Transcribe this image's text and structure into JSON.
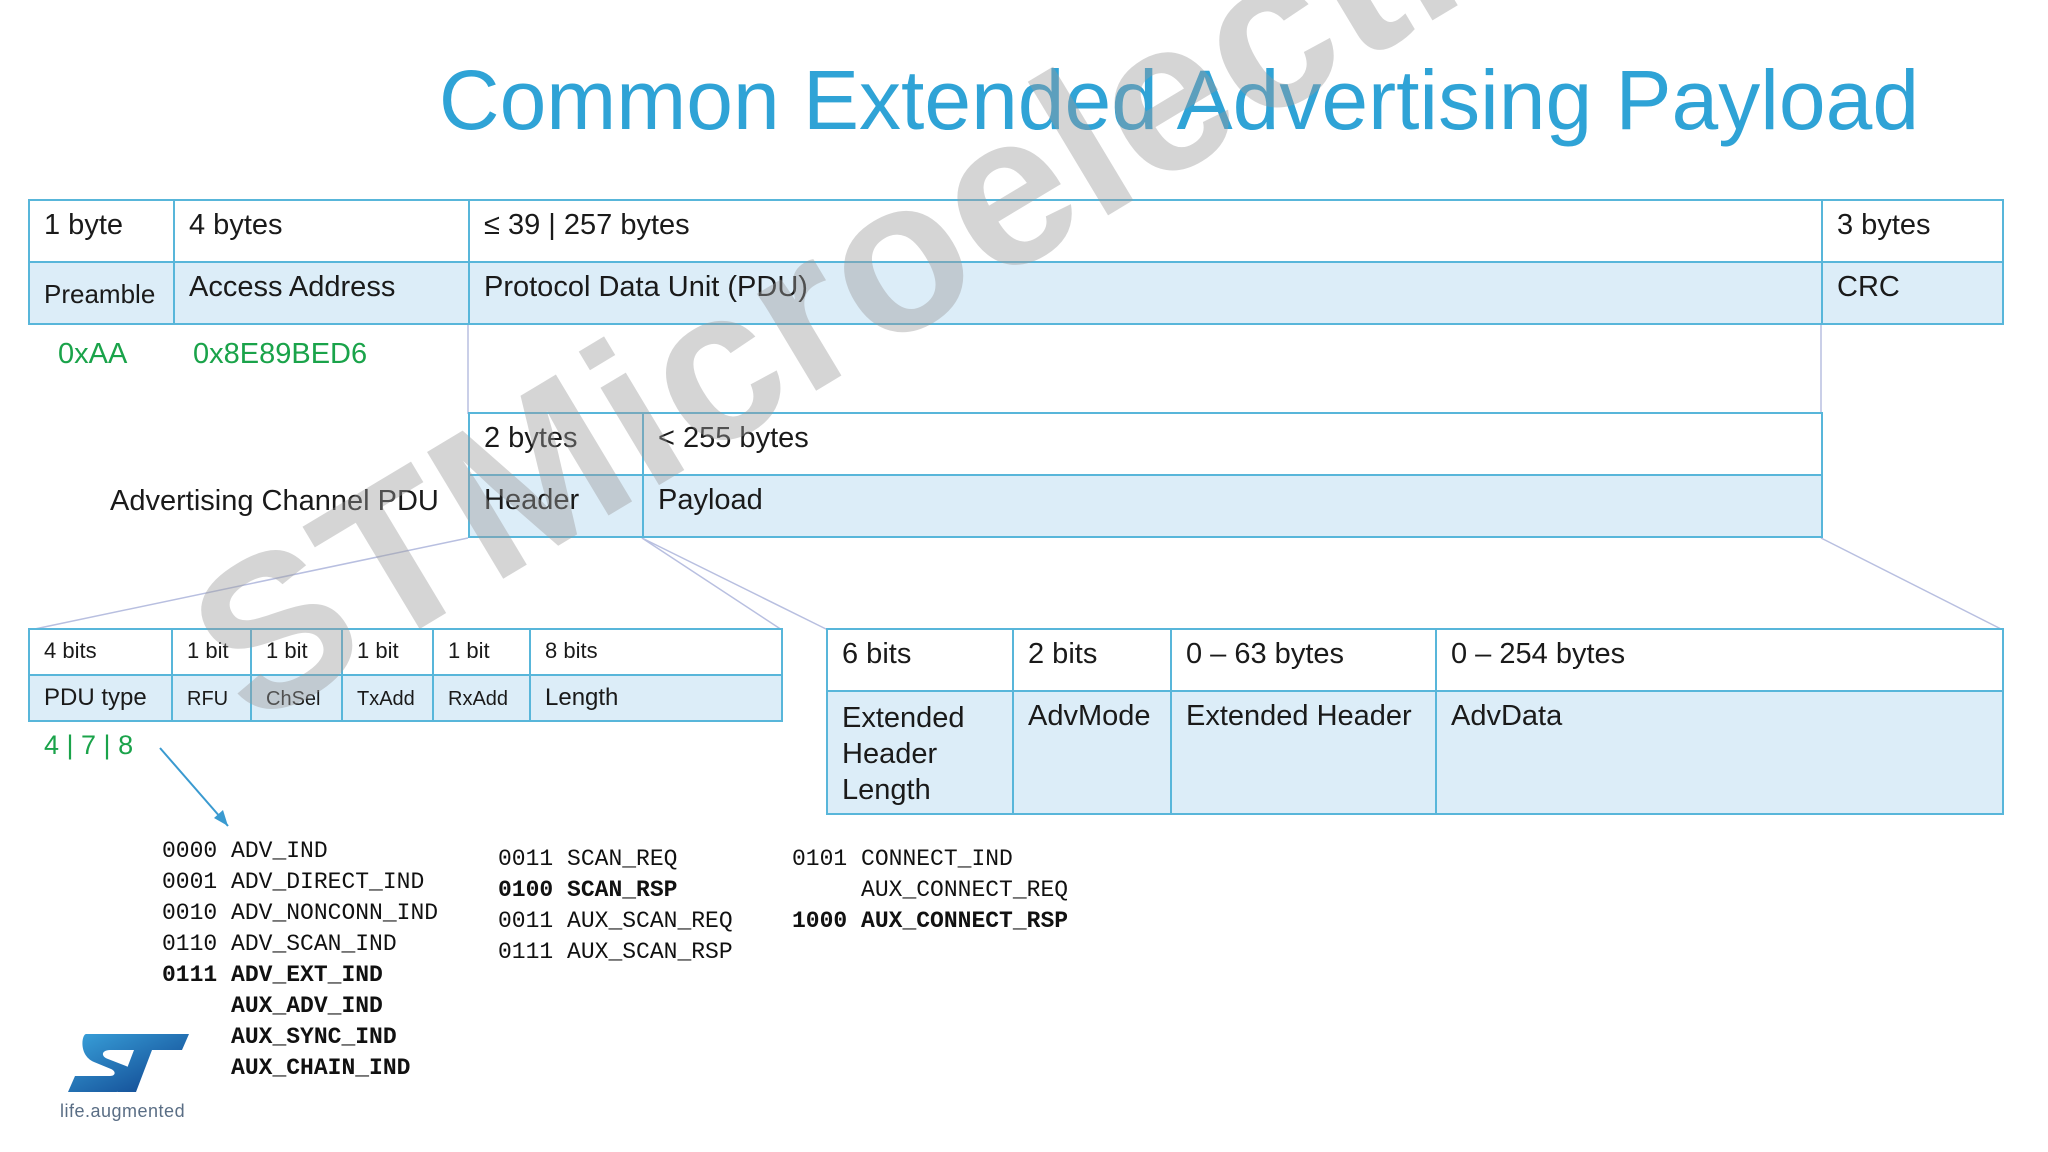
{
  "title": "Common Extended Advertising Payload",
  "packet": {
    "sizes": [
      "1 byte",
      "4 bytes",
      "≤ 39 | 257 bytes",
      "3 bytes"
    ],
    "fields": [
      "Preamble",
      "Access Address",
      "Protocol Data Unit (PDU)",
      "CRC"
    ],
    "values": [
      "0xAA",
      "0x8E89BED6"
    ]
  },
  "pdu": {
    "label": "Advertising Channel PDU",
    "sizes": [
      "2 bytes",
      "< 255 bytes"
    ],
    "fields": [
      "Header",
      "Payload"
    ]
  },
  "header": {
    "sizes": [
      "4 bits",
      "1 bit",
      "1 bit",
      "1 bit",
      "1 bit",
      "8 bits"
    ],
    "fields": [
      "PDU type",
      "RFU",
      "ChSel",
      "TxAdd",
      "RxAdd",
      "Length"
    ],
    "pdu_type_values": "4 | 7 | 8"
  },
  "payload": {
    "sizes": [
      "6 bits",
      "2 bits",
      "0 – 63 bytes",
      "0 – 254 bytes"
    ],
    "fields": [
      "Extended Header Length",
      "AdvMode",
      "Extended Header",
      "AdvData"
    ]
  },
  "pdu_types": {
    "col1": [
      {
        "code": "0000",
        "name": "ADV_IND",
        "bold": false
      },
      {
        "code": "0001",
        "name": "ADV_DIRECT_IND",
        "bold": false
      },
      {
        "code": "0010",
        "name": "ADV_NONCONN_IND",
        "bold": false
      },
      {
        "code": "0110",
        "name": "ADV_SCAN_IND",
        "bold": false
      },
      {
        "code": "0111",
        "name": "ADV_EXT_IND",
        "bold": true
      },
      {
        "code": "",
        "name": "AUX_ADV_IND",
        "bold": true
      },
      {
        "code": "",
        "name": "AUX_SYNC_IND",
        "bold": true
      },
      {
        "code": "",
        "name": "AUX_CHAIN_IND",
        "bold": true
      }
    ],
    "col2": [
      {
        "code": "0011",
        "name": "SCAN_REQ",
        "bold": false
      },
      {
        "code": "0100",
        "name": "SCAN_RSP",
        "bold": true
      },
      {
        "code": "0011",
        "name": "AUX_SCAN_REQ",
        "bold": false
      },
      {
        "code": "0111",
        "name": "AUX_SCAN_RSP",
        "bold": false
      }
    ],
    "col3": [
      {
        "code": "0101",
        "name": "CONNECT_IND",
        "bold": false
      },
      {
        "code": "",
        "name": "AUX_CONNECT_REQ",
        "bold": false
      },
      {
        "code": "1000",
        "name": "AUX_CONNECT_RSP",
        "bold": true
      }
    ]
  },
  "watermark": "STMicroelectronics",
  "logo": {
    "text": "life.augmented"
  },
  "colors": {
    "title": "#2fa3d6",
    "border": "#58b6da",
    "fill": "#dcedf8",
    "value_green": "#1aa34a"
  }
}
